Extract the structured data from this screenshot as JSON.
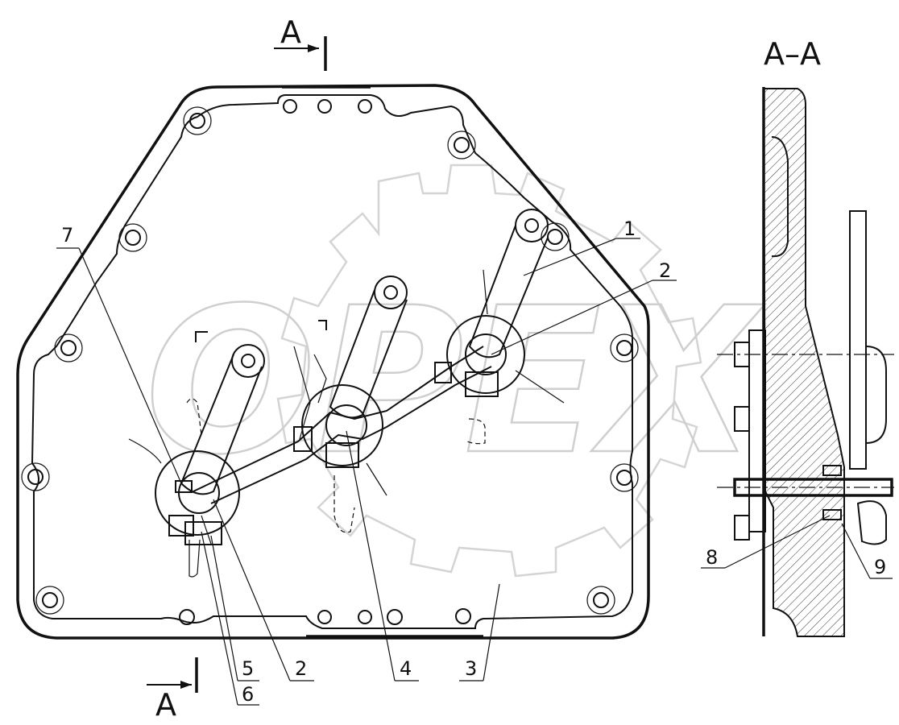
{
  "section_marks": {
    "top": "A",
    "bottom": "A",
    "view_title": "A–A"
  },
  "callouts": [
    {
      "id": "1",
      "text": "1"
    },
    {
      "id": "2a",
      "text": "2"
    },
    {
      "id": "2b",
      "text": "2"
    },
    {
      "id": "3",
      "text": "3"
    },
    {
      "id": "4",
      "text": "4"
    },
    {
      "id": "5",
      "text": "5"
    },
    {
      "id": "6",
      "text": "6"
    },
    {
      "id": "7",
      "text": "7"
    },
    {
      "id": "8",
      "text": "8"
    },
    {
      "id": "9",
      "text": "9"
    }
  ],
  "watermark": {
    "text": "OPEX",
    "icon": "gear-logo-icon"
  },
  "colors": {
    "line": "#111111",
    "watermark": "#d4d4d4",
    "background": "#ffffff"
  }
}
